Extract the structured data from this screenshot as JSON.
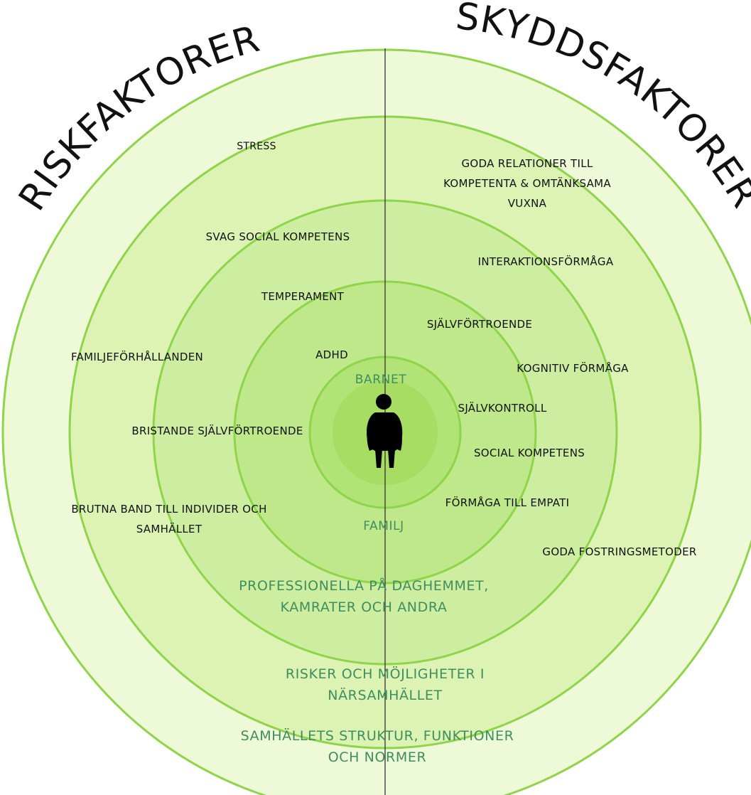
{
  "titles": {
    "left": "RISKFAKTORER",
    "right": "SKYDDSFAKTORER"
  },
  "colors": {
    "ring_outer": "#eef9d8",
    "ring_2": "#dcf3b4",
    "ring_3": "#cdeea0",
    "ring_4": "#bfe88a",
    "ring_5": "#b2e376",
    "ring_center": "#a6dd62",
    "ring_stroke": "#8fd44a",
    "divider": "#333333",
    "zone_text": "#3e8e5e"
  },
  "zones": {
    "center": "BARNET",
    "family": "FAMILJ",
    "daycare_line1": "PROFESSIONELLA PÅ DAGHEMMET,",
    "daycare_line2": "KAMRATER OCH ANDRA",
    "community_line1": "RISKER OCH MÖJLIGHETER I",
    "community_line2": "NÄRSAMHÄLLET",
    "society_line1": "SAMHÄLLETS STRUKTUR, FUNKTIONER",
    "society_line2": "OCH NORMER"
  },
  "risk_factors": {
    "stress": "STRESS",
    "social": "SVAG SOCIAL KOMPETENS",
    "temperament": "TEMPERAMENT",
    "adhd": "ADHD",
    "family": "FAMILJEFÖRHÅLLANDEN",
    "self_esteem": "BRISTANDE SJÄLVFÖRTROENDE",
    "broken_line1": "BRUTNA BAND TILL INDIVIDER OCH",
    "broken_line2": "SAMHÄLLET"
  },
  "protective_factors": {
    "relations_line1": "GODA RELATIONER TILL",
    "relations_line2": "KOMPETENTA & OMTÄNKSAMA",
    "relations_line3": "VUXNA",
    "interaction": "INTERAKTIONSFÖRMÅGA",
    "confidence": "SJÄLVFÖRTROENDE",
    "cognitive": "KOGNITIV FÖRMÅGA",
    "self_control": "SJÄLVKONTROLL",
    "social": "SOCIAL KOMPETENS",
    "empathy": "FÖRMÅGA TILL EMPATI",
    "parenting": "GODA FOSTRINGSMETODER"
  },
  "icons": {
    "child": "child-silhouette-icon"
  }
}
